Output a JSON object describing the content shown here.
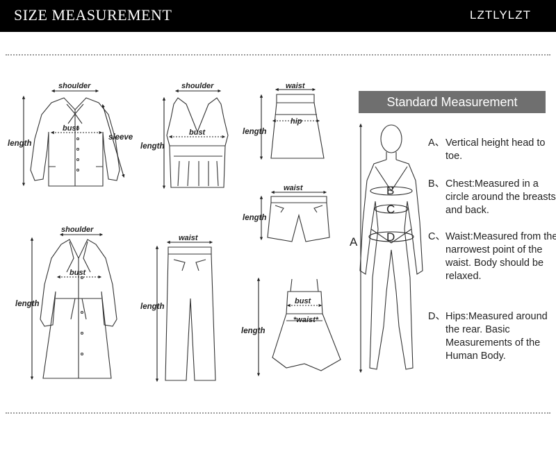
{
  "header": {
    "title": "SIZE MEASUREMENT",
    "brand": "LZTLYLZT"
  },
  "garments": {
    "shirt": {
      "shoulder": "shoulder",
      "bust": "bust",
      "length": "length",
      "sleeve": "sleeve"
    },
    "tank": {
      "shoulder": "shoulder",
      "bust": "bust",
      "length": "length"
    },
    "skirt": {
      "waist": "waist",
      "hip": "hip",
      "length": "length"
    },
    "shorts": {
      "waist": "waist",
      "length": "length"
    },
    "coat": {
      "shoulder": "shoulder",
      "bust": "bust",
      "length": "length"
    },
    "pants": {
      "waist": "waist",
      "length": "length"
    },
    "dress": {
      "bust": "bust",
      "waist": "*waist*",
      "length": "length"
    }
  },
  "standard": {
    "title": "Standard Measurement",
    "figure_labels": {
      "a": "A",
      "b": "B",
      "c": "C",
      "d": "D"
    },
    "items": [
      {
        "key": "A、",
        "text": "Vertical height head to toe."
      },
      {
        "key": "B、",
        "text": "Chest:Measured in a circle around the breasts and back."
      },
      {
        "key": "C、",
        "text": "Waist:Measured from the narrowest point of the waist. Body should be relaxed."
      },
      {
        "key": "D、",
        "text": "Hips:Measured around the rear. Basic Measurements of the Human Body."
      }
    ]
  }
}
